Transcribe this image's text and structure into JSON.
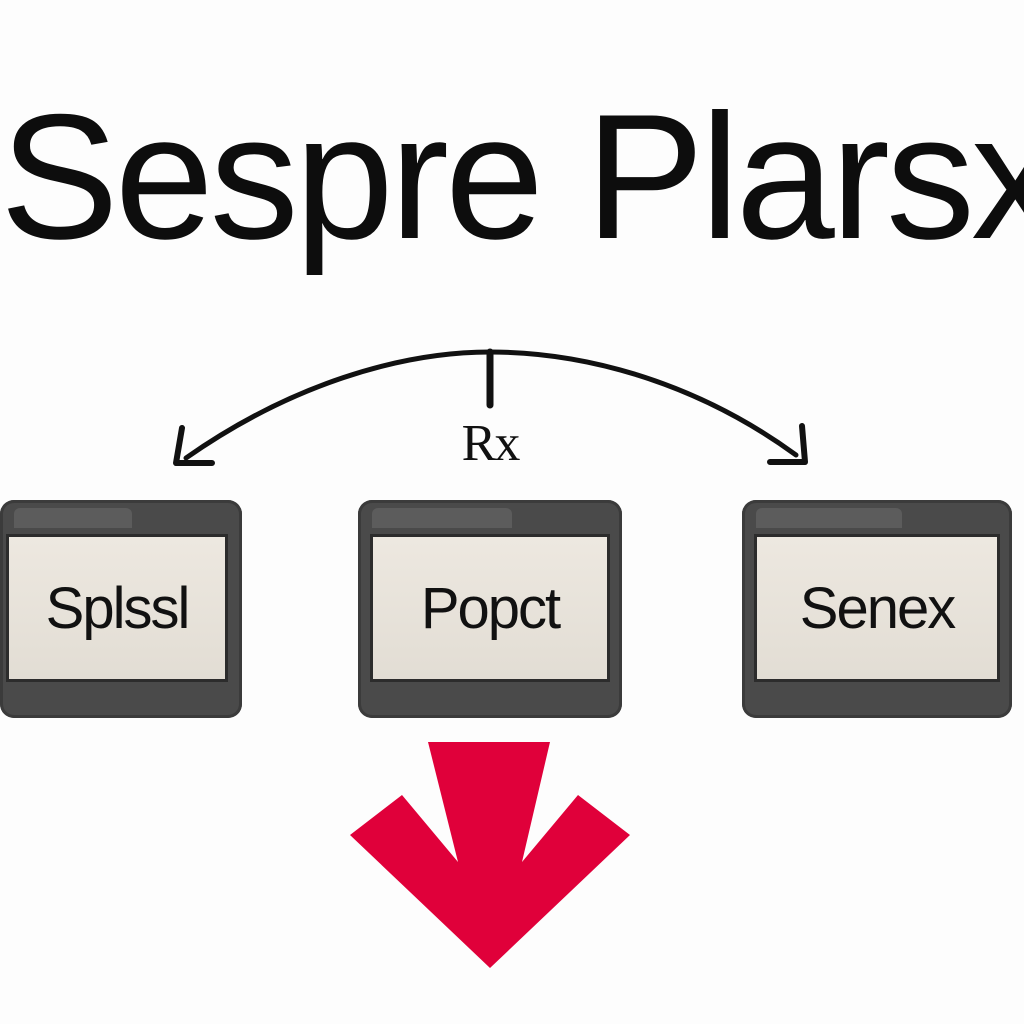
{
  "title": "Sespre Plarsx",
  "connector": {
    "label": "Rx"
  },
  "boxes": [
    {
      "label": "Splssl"
    },
    {
      "label": "Popct"
    },
    {
      "label": "Senex"
    }
  ],
  "colors": {
    "background": "#fdfdfd",
    "text": "#0d0d0d",
    "box_frame": "#4a4a4a",
    "box_screen": "#e8e3da",
    "down_arrow": "#e0003a"
  },
  "icons": {
    "connector": "double-headed-curved-arrow-icon",
    "output": "down-arrow-icon"
  }
}
